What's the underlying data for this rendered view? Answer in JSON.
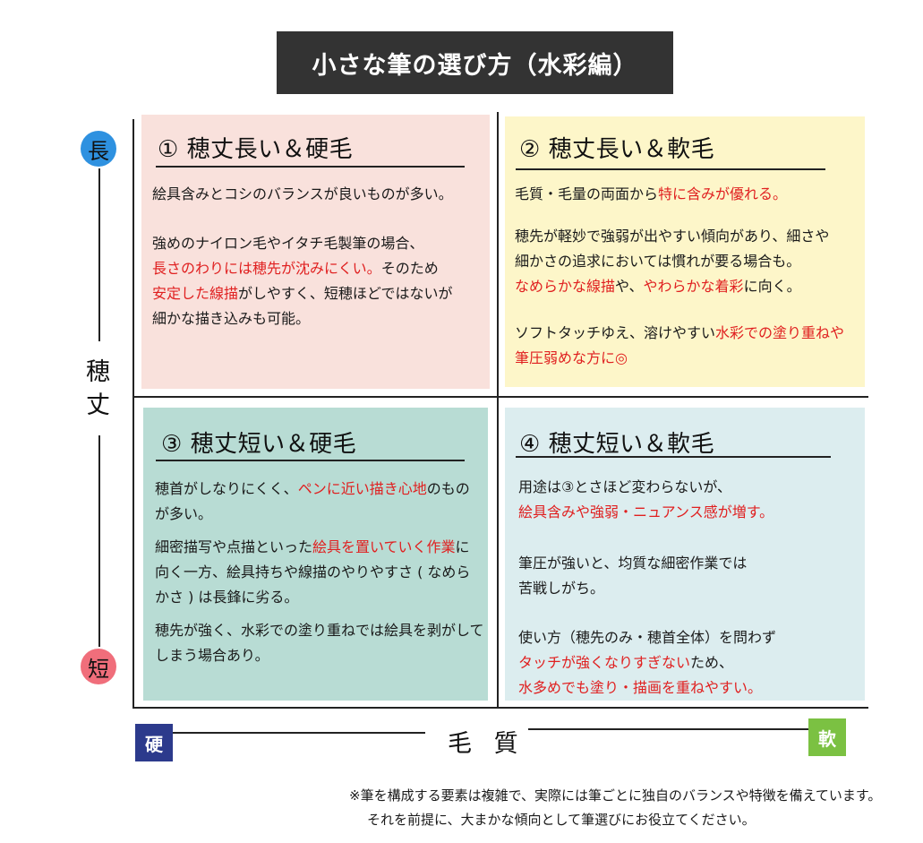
{
  "title": "小さな筆の選び方（水彩編）",
  "axes": {
    "vertical": {
      "label_top": "長",
      "label_middle_1": "穂",
      "label_middle_2": "丈",
      "label_bottom": "短"
    },
    "horizontal": {
      "label_left": "硬",
      "label_middle": "毛 質",
      "label_right": "軟"
    }
  },
  "colors": {
    "q1_bg": "#f9e1dc",
    "q2_bg": "#fdf6c9",
    "q3_bg": "#b8dcd4",
    "q4_bg": "#dcedef",
    "top_badge": "#2e91e0",
    "bottom_badge": "#f06e7b",
    "hard_box": "#2c3a8c",
    "soft_box": "#7bc142",
    "highlight": "#e02020"
  },
  "quadrants": [
    {
      "title": "① 穂丈長い＆硬毛",
      "paragraphs": [
        [
          [
            {
              "t": "絵具含みとコシのバランスが良いものが多い。",
              "red": false
            }
          ]
        ],
        [
          [
            {
              "t": "強めのナイロン毛やイタチ毛製筆の場合、",
              "red": false
            }
          ],
          [
            {
              "t": "長さのわりには穂先が沈みにくい。",
              "red": true
            },
            {
              "t": "そのため",
              "red": false
            }
          ],
          [
            {
              "t": "安定した線描",
              "red": true
            },
            {
              "t": "がしやすく、短穂ほどではないが",
              "red": false
            }
          ],
          [
            {
              "t": "細かな描き込みも可能。",
              "red": false
            }
          ]
        ]
      ]
    },
    {
      "title": "② 穂丈長い＆軟毛",
      "paragraphs": [
        [
          [
            {
              "t": "毛質・毛量の両面から",
              "red": false
            },
            {
              "t": "特に含みが優れる。",
              "red": true
            }
          ]
        ],
        [
          [
            {
              "t": "穂先が軽妙で強弱が出やすい傾向があり、細さや",
              "red": false
            }
          ],
          [
            {
              "t": "細かさの追求においては慣れが要る場合も。",
              "red": false
            }
          ],
          [
            {
              "t": "なめらかな線描",
              "red": true
            },
            {
              "t": "や、",
              "red": false
            },
            {
              "t": "やわらかな着彩",
              "red": true
            },
            {
              "t": "に向く。",
              "red": false
            }
          ]
        ],
        [
          [
            {
              "t": "ソフトタッチゆえ、溶けやすい",
              "red": false
            },
            {
              "t": "水彩での塗り重ねや",
              "red": true
            }
          ],
          [
            {
              "t": "筆圧弱めな方に◎",
              "red": true
            }
          ]
        ]
      ]
    },
    {
      "title": "③ 穂丈短い＆硬毛",
      "paragraphs": [
        [
          [
            {
              "t": "穂首がしなりにくく、",
              "red": false
            },
            {
              "t": "ペンに近い描き心地",
              "red": true
            },
            {
              "t": "のもの",
              "red": false
            }
          ],
          [
            {
              "t": "が多い。",
              "red": false
            }
          ]
        ],
        [
          [
            {
              "t": "細密描写や点描といった",
              "red": false
            },
            {
              "t": "絵具を置いていく作業",
              "red": true
            },
            {
              "t": "に",
              "red": false
            }
          ],
          [
            {
              "t": "向く一方、絵具持ちや線描のやりやすさ ( なめら",
              "red": false
            }
          ],
          [
            {
              "t": "かさ ) は長鋒に劣る。",
              "red": false
            }
          ]
        ],
        [
          [
            {
              "t": "穂先が強く、水彩での塗り重ねでは絵具を剥がして",
              "red": false
            }
          ],
          [
            {
              "t": "しまう場合あり。",
              "red": false
            }
          ]
        ]
      ]
    },
    {
      "title": "④ 穂丈短い＆軟毛",
      "paragraphs": [
        [
          [
            {
              "t": "用途は③とさほど変わらないが、",
              "red": false
            }
          ],
          [
            {
              "t": "絵具含みや強弱・ニュアンス感が増す。",
              "red": true
            }
          ]
        ],
        [
          [
            {
              "t": "筆圧が強いと、均質な細密作業では",
              "red": false
            }
          ],
          [
            {
              "t": "苦戦しがち。",
              "red": false
            }
          ]
        ],
        [
          [
            {
              "t": "使い方（穂先のみ・穂首全体）を問わず",
              "red": false
            }
          ],
          [
            {
              "t": "タッチが強くなりすぎない",
              "red": true
            },
            {
              "t": "ため、",
              "red": false
            }
          ],
          [
            {
              "t": "水多めでも塗り・描画を重ねやすい。",
              "red": true
            }
          ]
        ]
      ]
    }
  ],
  "footnote": {
    "line1": "※筆を構成する要素は複雑で、実際には筆ごとに独自のバランスや特徴を備えています。",
    "line2": "それを前提に、大まかな傾向として筆選びにお役立てください。"
  }
}
